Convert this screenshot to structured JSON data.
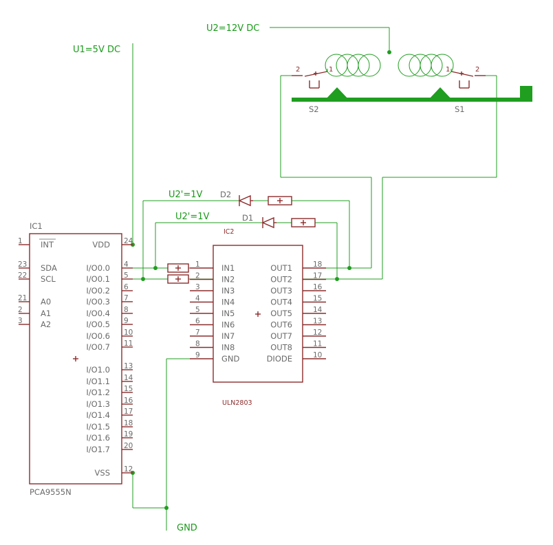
{
  "nets": {
    "u1": "U1=5V DC",
    "u2": "U2=12V DC",
    "u2p_top": "U2'=1V",
    "u2p_mid": "U2'=1V",
    "gnd": "GND"
  },
  "ic1": {
    "ref": "IC1",
    "part": "PCA9555N",
    "left_pins": [
      {
        "num": "1",
        "name": "INT"
      },
      {
        "num": "23",
        "name": "SDA"
      },
      {
        "num": "22",
        "name": "SCL"
      },
      {
        "num": "21",
        "name": "A0"
      },
      {
        "num": "2",
        "name": "A1"
      },
      {
        "num": "3",
        "name": "A2"
      }
    ],
    "right_pins": [
      {
        "num": "24",
        "name": "VDD"
      },
      {
        "num": "4",
        "name": "I/O0.0"
      },
      {
        "num": "5",
        "name": "I/O0.1"
      },
      {
        "num": "6",
        "name": "I/O0.2"
      },
      {
        "num": "7",
        "name": "I/O0.3"
      },
      {
        "num": "8",
        "name": "I/O0.4"
      },
      {
        "num": "9",
        "name": "I/O0.5"
      },
      {
        "num": "10",
        "name": "I/O0.6"
      },
      {
        "num": "11",
        "name": "I/O0.7"
      },
      {
        "num": "13",
        "name": "I/O1.0"
      },
      {
        "num": "14",
        "name": "I/O1.1"
      },
      {
        "num": "15",
        "name": "I/O1.2"
      },
      {
        "num": "16",
        "name": "I/O1.3"
      },
      {
        "num": "17",
        "name": "I/O1.4"
      },
      {
        "num": "18",
        "name": "I/O1.5"
      },
      {
        "num": "19",
        "name": "I/O1.6"
      },
      {
        "num": "20",
        "name": "I/O1.7"
      },
      {
        "num": "12",
        "name": "VSS"
      }
    ]
  },
  "ic2": {
    "ref": "IC2",
    "part": "ULN2803",
    "left_pins": [
      {
        "num": "1",
        "name": "IN1"
      },
      {
        "num": "2",
        "name": "IN2"
      },
      {
        "num": "3",
        "name": "IN3"
      },
      {
        "num": "4",
        "name": "IN4"
      },
      {
        "num": "5",
        "name": "IN5"
      },
      {
        "num": "6",
        "name": "IN6"
      },
      {
        "num": "7",
        "name": "IN7"
      },
      {
        "num": "8",
        "name": "IN8"
      },
      {
        "num": "9",
        "name": "GND"
      }
    ],
    "right_pins": [
      {
        "num": "18",
        "name": "OUT1"
      },
      {
        "num": "17",
        "name": "OUT2"
      },
      {
        "num": "16",
        "name": "OUT3"
      },
      {
        "num": "15",
        "name": "OUT4"
      },
      {
        "num": "14",
        "name": "OUT5"
      },
      {
        "num": "13",
        "name": "OUT6"
      },
      {
        "num": "12",
        "name": "OUT7"
      },
      {
        "num": "11",
        "name": "OUT8"
      },
      {
        "num": "10",
        "name": "DIODE"
      }
    ]
  },
  "diodes": {
    "d1": "D1",
    "d2": "D2"
  },
  "switches": {
    "s1": "S1",
    "s2": "S2",
    "s1_pin1": "1",
    "s1_pin2": "2",
    "s2_pin1": "1",
    "s2_pin2": "2"
  }
}
